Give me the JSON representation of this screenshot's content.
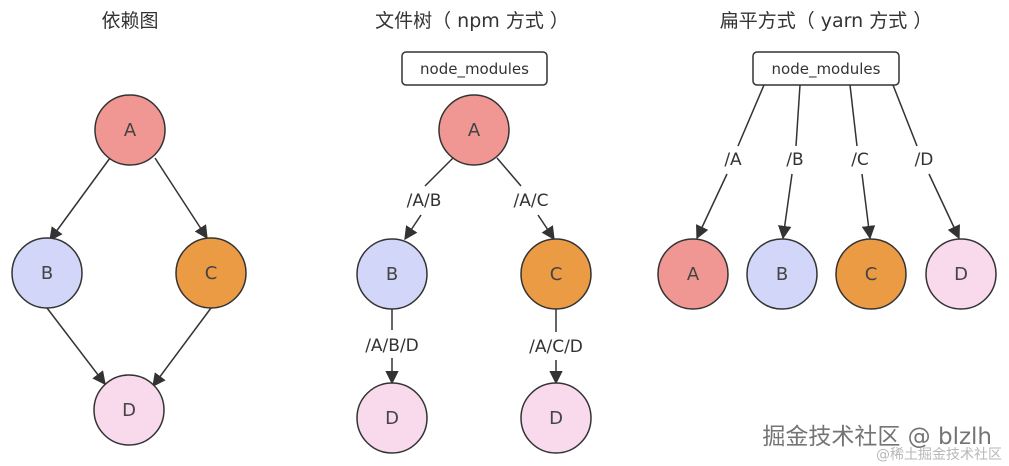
{
  "colors": {
    "A": "#f19793",
    "B": "#d2d6f8",
    "C": "#ec9b45",
    "D": "#f9d9ec"
  },
  "panel1": {
    "title": "依赖图",
    "nodes": {
      "A": "A",
      "B": "B",
      "C": "C",
      "D": "D"
    }
  },
  "panel2": {
    "title": "文件树（ npm 方式 ）",
    "root": "node_modules",
    "nodes": {
      "A": "A",
      "B": "B",
      "C": "C",
      "D1": "D",
      "D2": "D"
    },
    "edges": {
      "ab": "/A/B",
      "ac": "/A/C",
      "bd": "/A/B/D",
      "cd": "/A/C/D"
    }
  },
  "panel3": {
    "title": "扁平方式（ yarn 方式 ）",
    "root": "node_modules",
    "nodes": {
      "A": "A",
      "B": "B",
      "C": "C",
      "D": "D"
    },
    "edges": {
      "a": "/A",
      "b": "/B",
      "c": "/C",
      "d": "/D"
    }
  },
  "watermark": {
    "main": "掘金技术社区 @ blzlh",
    "faint": "@稀土掘金技术社区"
  }
}
